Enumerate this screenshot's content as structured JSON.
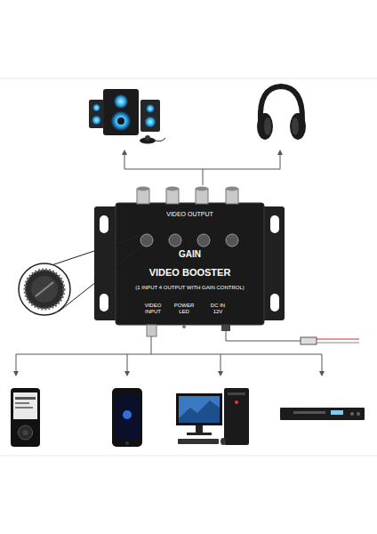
{
  "diagram": {
    "nodes": [
      {
        "text": [
          "VIDEO OUTPUT",
          "GAIN",
          "VIDEO BOOSTER",
          "(1 INPUT 4 OUTPUT WITH GAIN CONTROL)",
          "VIDEO INPUT",
          "POWER LED",
          "DC IN 12V"
        ]
      }
    ]
  }
}
